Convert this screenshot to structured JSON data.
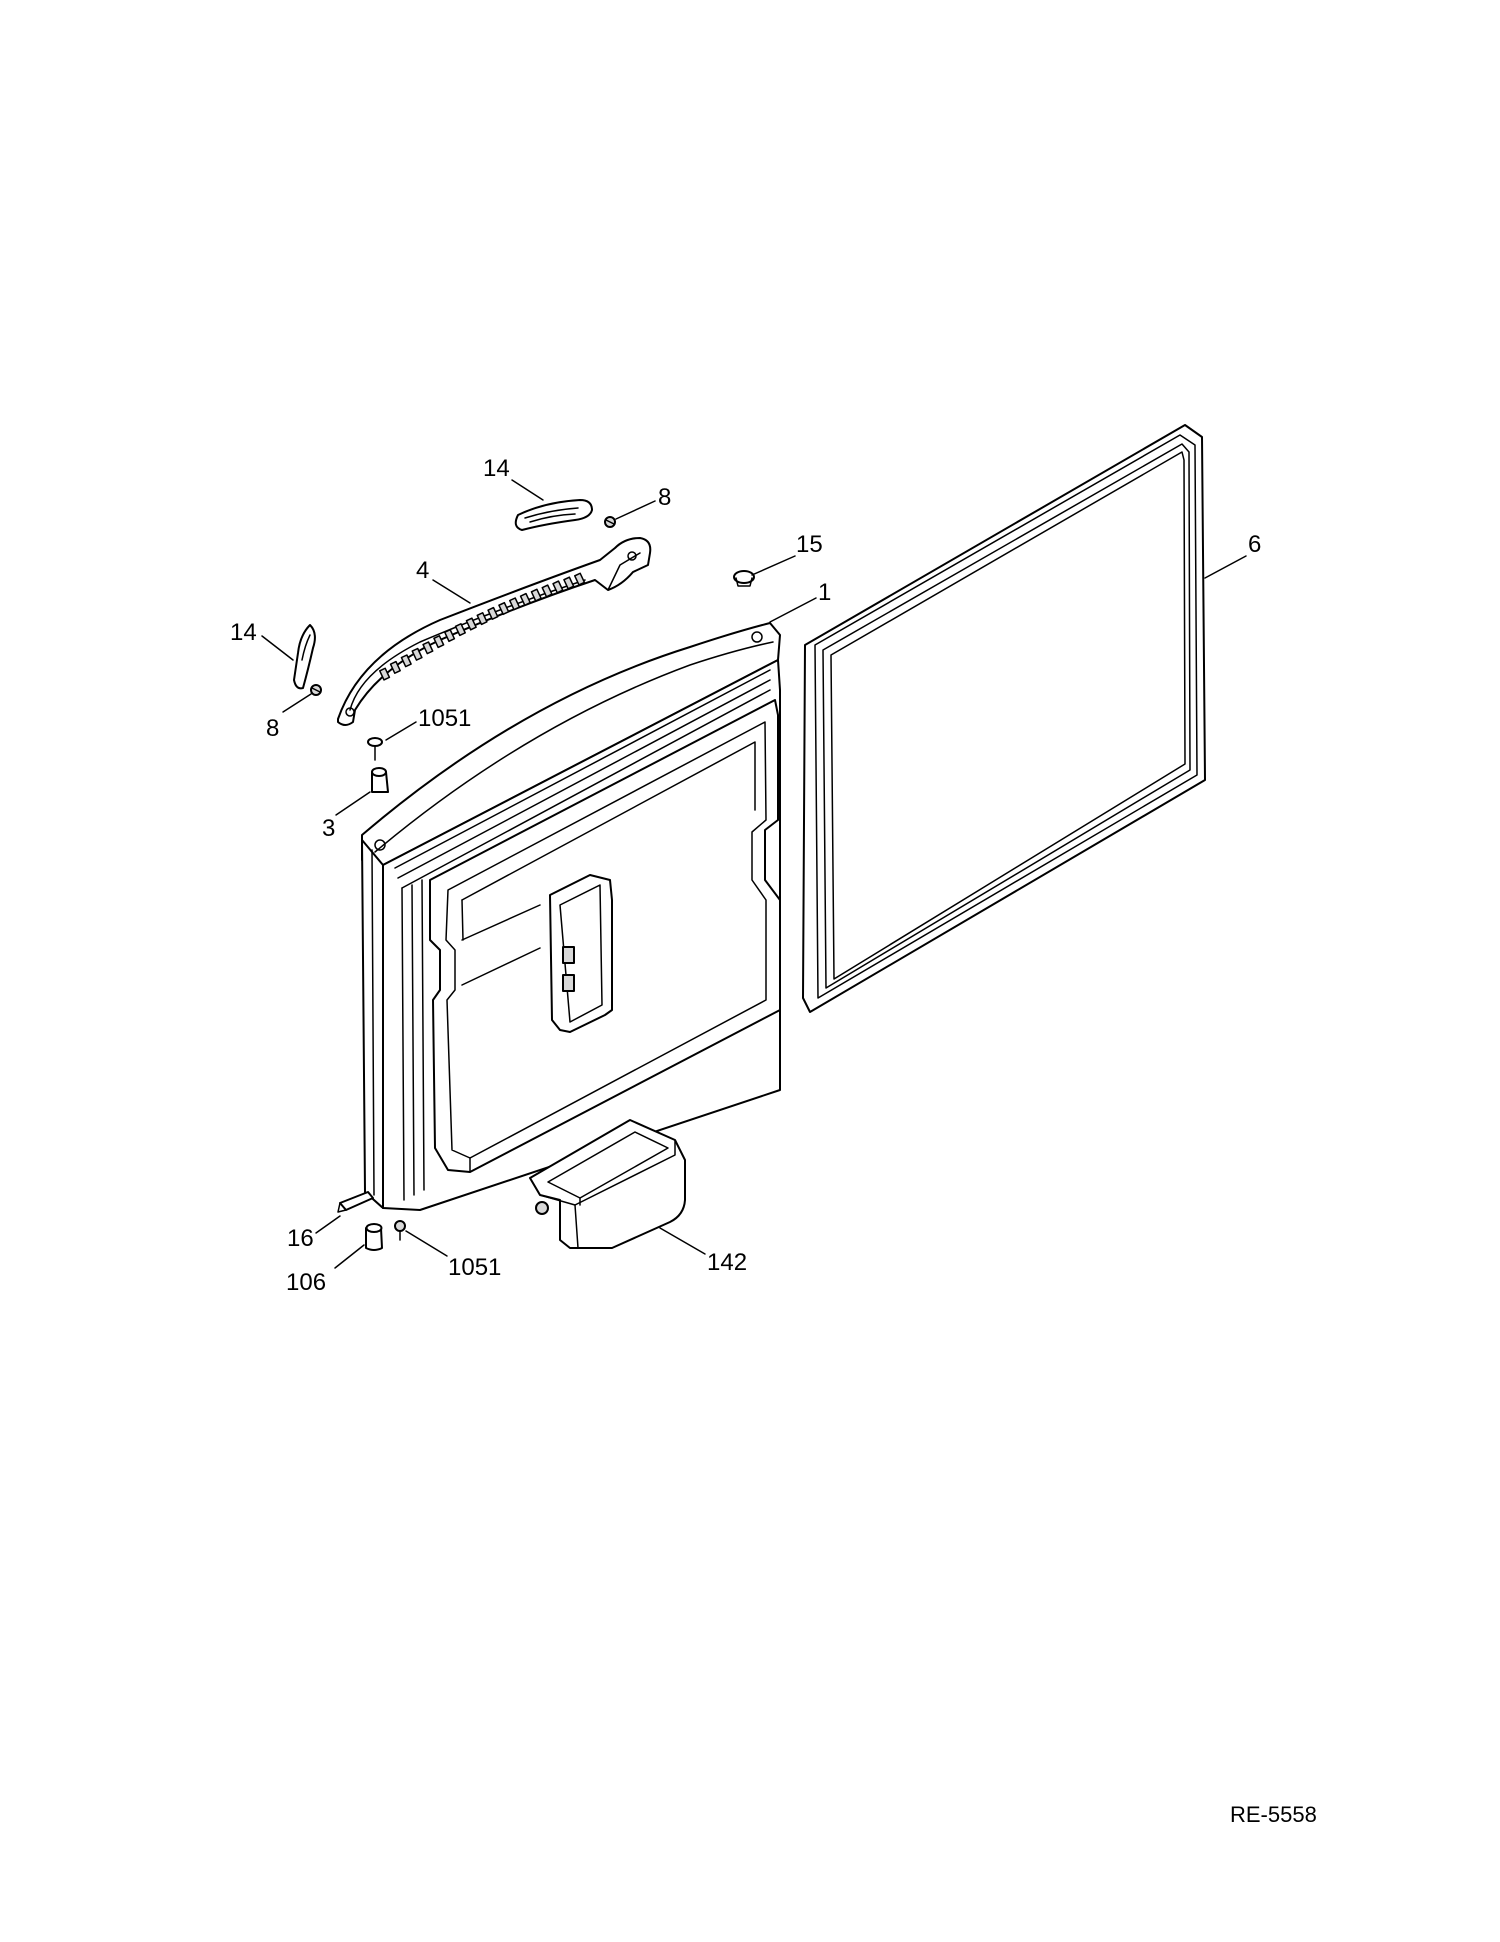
{
  "callouts": {
    "gasket": "6",
    "door": "1",
    "handle": "4",
    "handle_cap_top": "14",
    "handle_cap_left": "14",
    "screw_top": "8",
    "screw_left": "8",
    "plug": "15",
    "screw_upper_hinge": "1051",
    "bushing": "3",
    "hinge_pin": "16",
    "bushing_bottom": "106",
    "screw_bottom": "1051",
    "bin": "142"
  },
  "drawing_code": "RE-5558"
}
